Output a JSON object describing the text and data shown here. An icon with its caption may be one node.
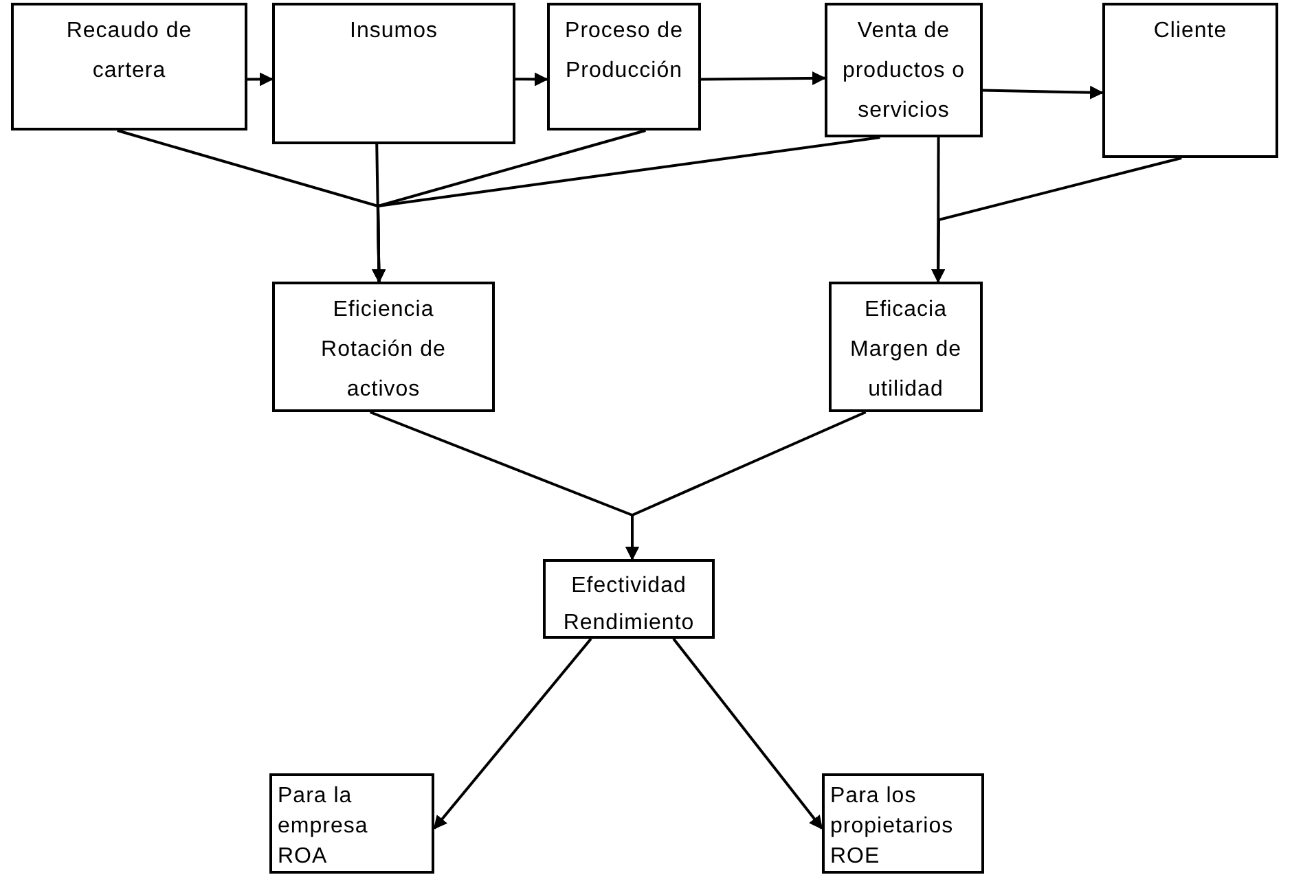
{
  "diagram": {
    "nodes": [
      {
        "text": [
          "Recaudo de cartera"
        ]
      },
      {
        "text": [
          "Insumos"
        ]
      },
      {
        "text": [
          "Proceso de Producción"
        ]
      },
      {
        "text": [
          "Venta de productos o servicios"
        ]
      },
      {
        "text": [
          "Cliente"
        ]
      },
      {
        "text": [
          "Eficiencia Rotación de activos"
        ]
      },
      {
        "text": [
          "Eficacia Margen de utilidad"
        ]
      },
      {
        "text": [
          "Efectividad Rendimiento"
        ]
      },
      {
        "text": [
          "Para la empresa ROA"
        ]
      },
      {
        "text": [
          "Para los propietarios ROE"
        ]
      }
    ],
    "edges": [
      {
        "from": 0,
        "to": 1,
        "arrow": "to"
      },
      {
        "from": 1,
        "to": 2,
        "arrow": "to"
      },
      {
        "from": 2,
        "to": 3,
        "arrow": "to"
      },
      {
        "from": 3,
        "to": 4,
        "arrow": "to"
      },
      {
        "from": 0,
        "to": 5,
        "arrow": "to"
      },
      {
        "from": 1,
        "to": 5,
        "arrow": "to"
      },
      {
        "from": 2,
        "to": 5,
        "arrow": "to"
      },
      {
        "from": 3,
        "to": 5,
        "arrow": "to"
      },
      {
        "from": 3,
        "to": 6,
        "arrow": "to"
      },
      {
        "from": 4,
        "to": 6,
        "arrow": "to"
      },
      {
        "from": 5,
        "to": 7,
        "arrow": "to"
      },
      {
        "from": 6,
        "to": 7,
        "arrow": "to"
      },
      {
        "from": 7,
        "to": 8,
        "arrow": "to"
      },
      {
        "from": 7,
        "to": 9,
        "arrow": "to"
      }
    ]
  }
}
